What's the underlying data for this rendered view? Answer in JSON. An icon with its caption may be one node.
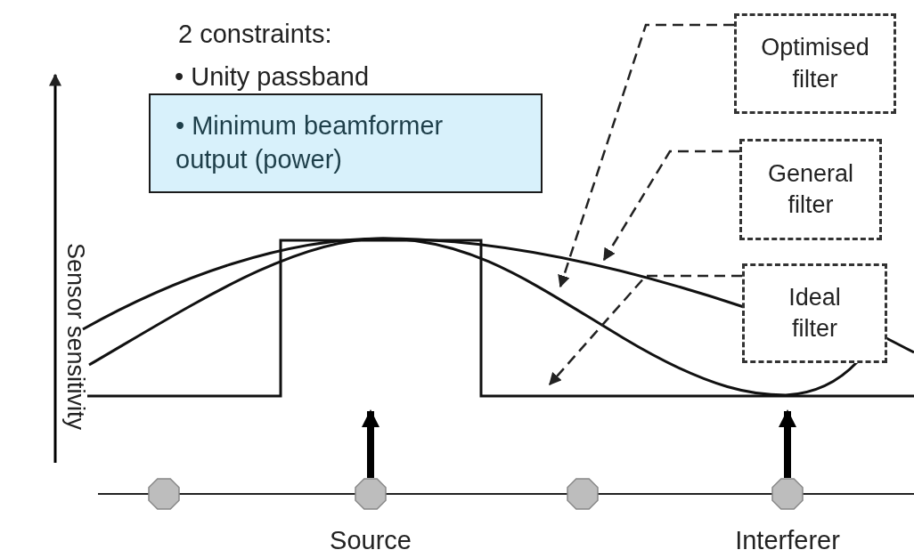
{
  "diagram": {
    "nodes": [
      {
        "text": [
          "• Minimum beamformer output (power)"
        ]
      },
      {
        "text": [
          "Optimised filter"
        ]
      },
      {
        "text": [
          "General filter"
        ]
      },
      {
        "text": [
          "Ideal filter"
        ]
      },
      {
        "text": [],
        "shape": "octagon"
      },
      {
        "text": [],
        "shape": "octagon",
        "beside": [
          "Source"
        ]
      },
      {
        "text": [],
        "shape": "octagon"
      },
      {
        "text": [],
        "shape": "octagon",
        "beside": [
          "Interferer"
        ]
      }
    ],
    "edges": [
      {
        "from": 1,
        "to": null,
        "arrow": "to",
        "style": "dashed"
      },
      {
        "from": 2,
        "to": null,
        "arrow": "to",
        "style": "dashed"
      },
      {
        "from": 3,
        "to": null,
        "arrow": "to",
        "style": "dashed"
      },
      {
        "from": 5,
        "to": null,
        "arrow": "to",
        "style": "thick"
      },
      {
        "from": 7,
        "to": null,
        "arrow": "to",
        "style": "thick"
      }
    ],
    "labels": [
      "2 constraints:",
      "• Unity passband",
      "Sensor sensitivity"
    ]
  }
}
